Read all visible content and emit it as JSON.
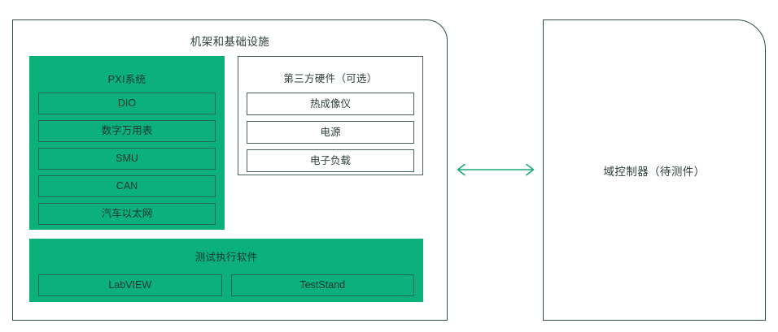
{
  "diagram": {
    "colors": {
      "accent_green": "#0bb07b",
      "block_border": "#1b6b52",
      "panel_border": "#2f4f45",
      "text_dark": "#30403a",
      "arrow": "#16a97a"
    },
    "left_panel": {
      "title": "机架和基础设施",
      "pxi": {
        "title": "PXI系统",
        "items": [
          {
            "label": "DIO"
          },
          {
            "label": "数字万用表"
          },
          {
            "label": "SMU"
          },
          {
            "label": "CAN"
          },
          {
            "label": "汽车以太网"
          }
        ]
      },
      "third_party": {
        "title": "第三方硬件（可选）",
        "items": [
          {
            "label": "热成像仪"
          },
          {
            "label": "电源"
          },
          {
            "label": "电子负载"
          }
        ]
      },
      "software": {
        "title": "测试执行软件",
        "items": [
          {
            "label": "LabVIEW"
          },
          {
            "label": "TestStand"
          }
        ]
      }
    },
    "connector": {
      "icon": "double-headed-arrow-icon"
    },
    "right_panel": {
      "label": "域控制器（待测件）"
    }
  }
}
